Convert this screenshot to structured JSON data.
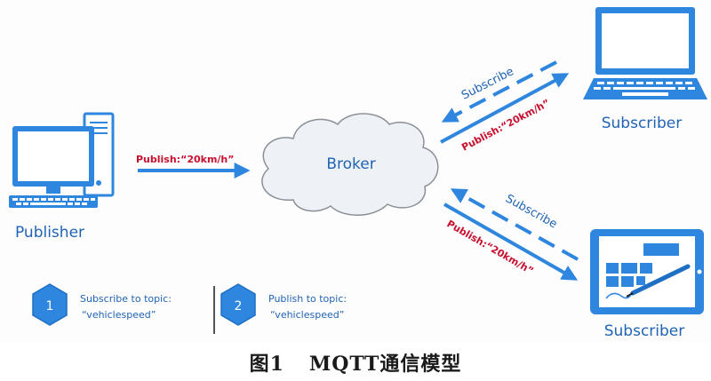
{
  "colors": {
    "blue": "#2e86de",
    "blue_dark": "#1f6fc4",
    "red": "#c8102e",
    "text_blue": "#1f63b5",
    "cloud_fill": "#eef2f6",
    "cloud_stroke": "#8a9099"
  },
  "nodes": {
    "publisher": {
      "label": "Publisher",
      "icon": "desktop-computer-icon"
    },
    "broker": {
      "label": "Broker",
      "icon": "cloud-icon"
    },
    "subscriber_top": {
      "label": "Subscriber",
      "icon": "laptop-icon"
    },
    "subscriber_bottom": {
      "label": "Subscriber",
      "icon": "tablet-icon"
    }
  },
  "edges": {
    "publish_to_broker": {
      "label": "Publish:“20km/h”"
    },
    "subscribe_top": {
      "label": "Subscribe"
    },
    "publish_top": {
      "label": "Publish:“20km/h”"
    },
    "subscribe_bottom": {
      "label": "Subscribe"
    },
    "publish_bottom": {
      "label": "Publish:“20km/h”"
    }
  },
  "legend": [
    {
      "number": "1",
      "line1": "Subscribe to topic:",
      "line2": "“vehiclespeed”"
    },
    {
      "number": "2",
      "line1": "Publish to topic:",
      "line2": "“vehiclespeed”"
    }
  ],
  "caption": {
    "figure_number": "图1",
    "title": "MQTT通信模型"
  }
}
